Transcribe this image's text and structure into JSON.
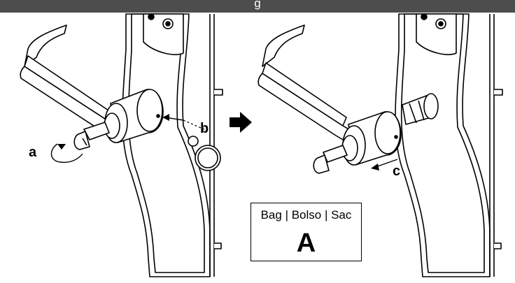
{
  "header": {
    "title": "g"
  },
  "labels": {
    "a": "a",
    "b": "b",
    "c": "c"
  },
  "bag_box": {
    "text": "Bag | Bolso | Sac",
    "letter": "A"
  },
  "colors": {
    "header_bg": "#4d4d4d",
    "line": "#000000",
    "fill_light": "#ffffff",
    "fill_gray": "#d9d9d9"
  },
  "icons": {
    "step_arrow": "right-arrow-icon"
  }
}
